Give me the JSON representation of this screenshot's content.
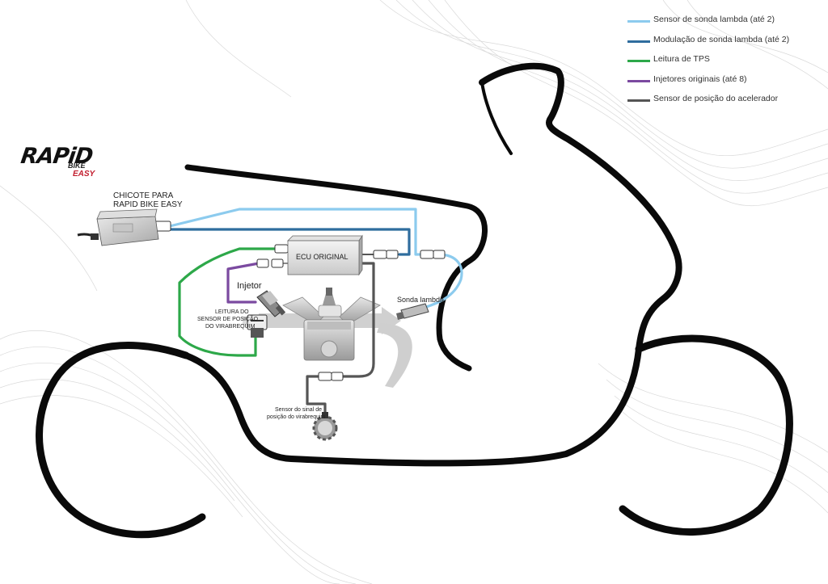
{
  "logo": {
    "rapid": "RAPiD",
    "bike": "BIKE",
    "easy": "EASY"
  },
  "labels": {
    "harness_line1": "CHICOTE PARA",
    "harness_line2": "RAPID BIKE EASY",
    "ecu": "ECU ORIGINAL",
    "injector": "Injetor",
    "crank_read_line1": "LEITURA DO",
    "crank_read_line2": "SENSOR DE POSIÇÃO",
    "crank_read_line3": "DO VIRABREQUIM",
    "lambda": "Sonda lambda",
    "crank_signal_line1": "Sensor do sinal de",
    "crank_signal_line2": "posição do virabrequim"
  },
  "legend": [
    {
      "label": "Sensor de sonda lambda (até 2)",
      "color": "#8ccbee"
    },
    {
      "label": "Modulação de sonda lambda (até 2)",
      "color": "#2f6d9e"
    },
    {
      "label": "Leitura de TPS",
      "color": "#2da849"
    },
    {
      "label": "Injetores originais (até 8)",
      "color": "#7b4aa0"
    },
    {
      "label": "Sensor de posição do acelerador",
      "color": "#555555"
    }
  ],
  "colors": {
    "lambda_sensor": "#8ccbee",
    "lambda_mod": "#2f6d9e",
    "tps": "#2da849",
    "injector": "#7b4aa0",
    "throttle": "#555555",
    "bike_outline": "#0a0a0a"
  }
}
